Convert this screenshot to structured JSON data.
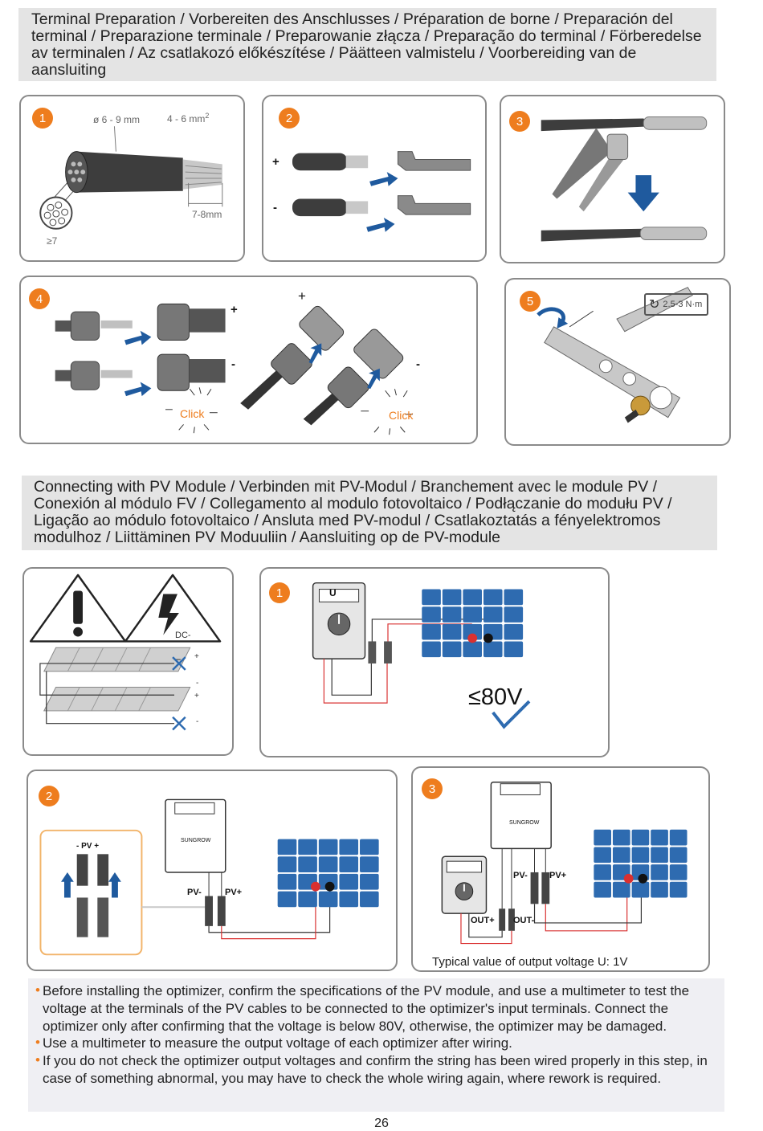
{
  "section1_title": "Terminal Preparation / Vorbereiten des Anschlusses / Préparation de borne / Preparación del terminal / Preparazione terminale / Preparowanie złącza / Preparação do terminal / Förberedelse av terminalen / Az csatlakozó előkészítése / Päätteen valmistelu / Voorbereiding van de aansluiting",
  "section2_title": "Connecting with PV Module / Verbinden mit PV-Modul / Branchement avec le module PV / Conexión al módulo FV / Collegamento al modulo fotovoltaico / Podłączanie do modułu PV / Ligação ao módulo fotovoltaico / Ansluta med PV-modul / Csatlakoztatás a fényelektromos modulhoz / Liittäminen PV Moduuliin / Aansluiting op de PV-module",
  "steps_top": {
    "s1": {
      "num": "1",
      "diameter": "ø 6 - 9 mm",
      "cross_section": "4 - 6 mm",
      "cross_sup": "2",
      "strip": "7-8mm",
      "strands": "≥7"
    },
    "s2": {
      "num": "2",
      "plus": "+",
      "minus": "-"
    },
    "s3": {
      "num": "3"
    },
    "s4": {
      "num": "4",
      "plus": "+",
      "minus": "-",
      "click": "Click"
    },
    "s5": {
      "num": "5",
      "torque": "2.5-3 N·m"
    }
  },
  "warning": {
    "dc_label": "DC-",
    "plus": "+",
    "minus": "-"
  },
  "steps_bottom": {
    "m1": {
      "num": "1",
      "meter_letter": "U",
      "voltage_limit": "≤80V"
    },
    "m2": {
      "num": "2",
      "inset_label": "-  PV +",
      "pv_minus": "PV-",
      "pv_plus": "PV+",
      "brand": "SUNGROW"
    },
    "m3": {
      "num": "3",
      "pv_minus": "PV-",
      "pv_plus": "PV+",
      "out_plus": "OUT+",
      "out_minus": "OUT-",
      "brand": "SUNGROW",
      "caption": "Typical value of output voltage U: 1V"
    }
  },
  "notes": [
    "Before installing the optimizer, confirm the specifications of the PV module, and use a multimeter to test the voltage at the terminals of the PV cables to be connected to the optimizer's input terminals. Connect the optimizer only after confirming that the voltage is below 80V, otherwise, the optimizer may be damaged.",
    "Use a multimeter to measure the output voltage of each optimizer after wiring.",
    "If you do not check the optimizer output voltages and confirm the string has been wired properly in this step, in case of something abnormal, you may have to check the whole wiring again, where rework is required."
  ],
  "page_number": "26",
  "colors": {
    "accent": "#ee7d1e",
    "arrow": "#1f5a9e",
    "panel_blue": "#2e6bb0",
    "wire_red": "#d93030"
  }
}
